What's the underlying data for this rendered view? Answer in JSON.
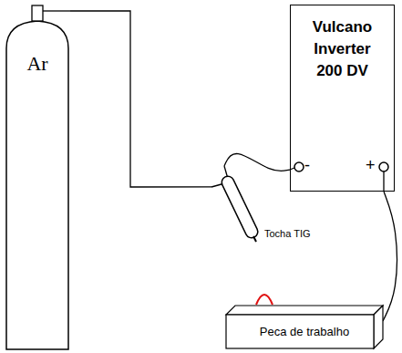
{
  "diagram": {
    "nodes": [
      {
        "text": [
          "Ar"
        ]
      },
      {
        "text": [
          "Vulcano Inverter 200 DV"
        ]
      },
      {
        "text": [
          "Tocha TIG"
        ]
      },
      {
        "text": [
          "Peca de trabalho"
        ]
      }
    ],
    "edges": [
      {
        "from": 0,
        "to": 2,
        "arrow": "none"
      },
      {
        "from": 1,
        "to": 2,
        "arrow": "none"
      },
      {
        "from": 1,
        "to": 3,
        "arrow": "none"
      }
    ],
    "labels": [
      "-",
      "+"
    ]
  }
}
